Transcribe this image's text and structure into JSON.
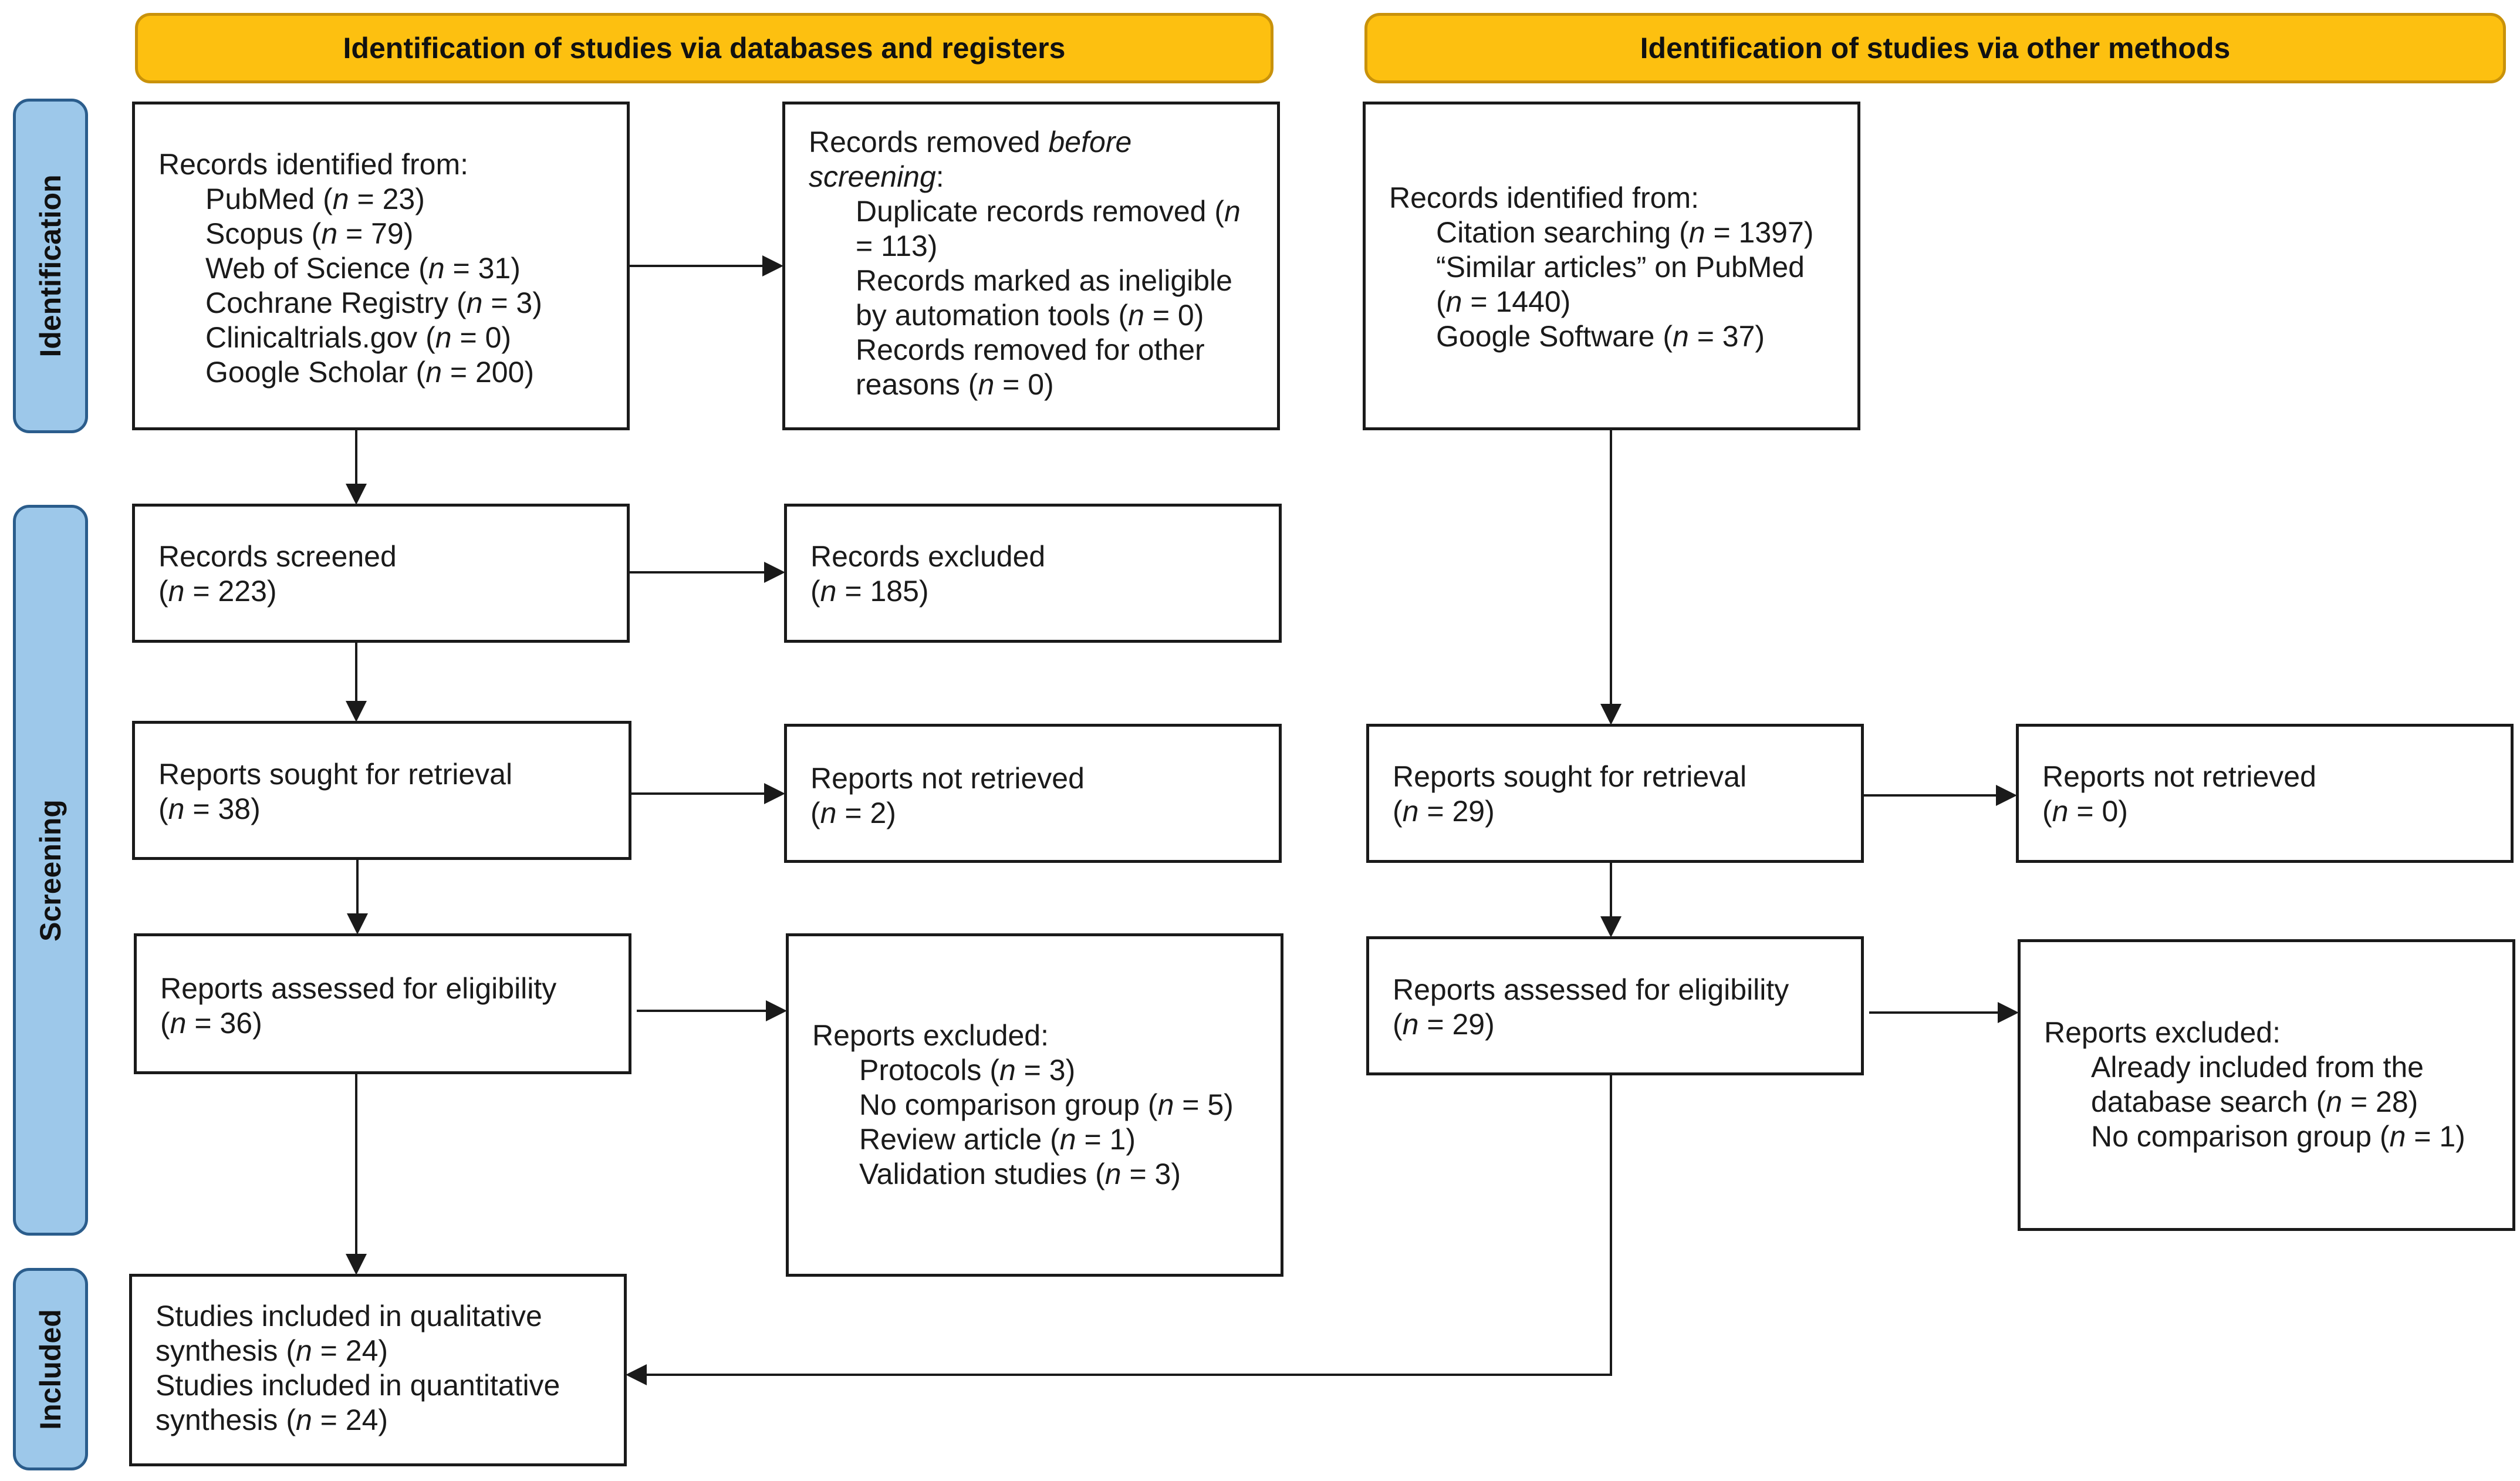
{
  "colors": {
    "header_fill": "#fdc010",
    "header_border": "#c9920a",
    "side_fill": "#9dc8ea",
    "side_border": "#2b5d8c",
    "box_border": "#1a1a1a",
    "arrow": "#1a1a1a"
  },
  "headers": {
    "left": "Identification of studies via databases and registers",
    "right": "Identification of studies via other methods"
  },
  "stages": {
    "identification": "Identification",
    "screening": "Screening",
    "included": "Included"
  },
  "db": {
    "identified": {
      "title": "Records identified from:",
      "pubmed": {
        "label": "PubMed (",
        "n": "n",
        "val": " = 23)"
      },
      "scopus": {
        "label": "Scopus (",
        "n": "n",
        "val": " = 79)"
      },
      "wos": {
        "label": "Web of Science (",
        "n": "n",
        "val": " = 31)"
      },
      "cochrane": {
        "label": "Cochrane Registry (",
        "n": "n",
        "val": " = 3)"
      },
      "clinicaltrials": {
        "label": "Clinicaltrials.gov (",
        "n": "n",
        "val": " = 0)"
      },
      "scholar": {
        "label": "Google Scholar (",
        "n": "n",
        "val": " = 200)"
      }
    },
    "removed": {
      "title_a": "Records removed ",
      "title_b": "before",
      "title_c": "screening",
      "title_d": ":",
      "dup_a": "Duplicate records removed (",
      "dup_n": "n",
      "dup_b": "= 113)",
      "inel_a": "Records marked as ineligible",
      "inel_b": "by automation tools (",
      "inel_n": "n",
      "inel_c": " = 0)",
      "other_a": "Records removed for other",
      "other_b": "reasons (",
      "other_n": "n",
      "other_c": " = 0)"
    },
    "screened": {
      "title": "Records screened",
      "open": "(",
      "n": "n",
      "val": " = 223)"
    },
    "excluded": {
      "title": "Records excluded",
      "open": "(",
      "n": "n",
      "val": " = 185)"
    },
    "sought": {
      "title": "Reports sought for retrieval",
      "open": "(",
      "n": "n",
      "val": " = 38)"
    },
    "not_retrieved": {
      "title": "Reports not retrieved",
      "open": "(",
      "n": "n",
      "val": " = 2)"
    },
    "assessed": {
      "title": "Reports assessed for eligibility",
      "open": "(",
      "n": "n",
      "val": " = 36)"
    },
    "reports_excluded": {
      "title": "Reports excluded:",
      "protocols": {
        "label": "Protocols (",
        "n": "n",
        "val": " = 3)"
      },
      "no_comp": {
        "label": "No comparison group (",
        "n": "n",
        "val": " = 5)"
      },
      "review": {
        "label": "Review article (",
        "n": "n",
        "val": " = 1)"
      },
      "validation": {
        "label": "Validation studies (",
        "n": "n",
        "val": " = 3)"
      }
    }
  },
  "other": {
    "identified": {
      "title": "Records identified from:",
      "citation": {
        "label": "Citation searching (",
        "n": "n",
        "val": " = 1397)"
      },
      "similar_a": "“Similar articles” on PubMed",
      "similar_open": "(",
      "similar_n": "n",
      "similar_val": " = 1440)",
      "google": {
        "label": "Google Software (",
        "n": "n",
        "val": " = 37)"
      }
    },
    "sought": {
      "title": "Reports sought for retrieval",
      "open": "(",
      "n": "n",
      "val": " = 29)"
    },
    "not_retrieved": {
      "title": "Reports not retrieved",
      "open": "(",
      "n": "n",
      "val": " = 0)"
    },
    "assessed": {
      "title": "Reports assessed for eligibility",
      "open": "(",
      "n": "n",
      "val": " = 29)"
    },
    "reports_excluded": {
      "title": "Reports excluded:",
      "already_a": "Already included from the",
      "already_b": "database search (",
      "already_n": "n",
      "already_val": " = 28)",
      "no_comp": {
        "label": "No comparison group (",
        "n": "n",
        "val": " = 1)"
      }
    }
  },
  "included": {
    "qual_a": "Studies included in qualitative",
    "qual_b": "synthesis (",
    "qual_n": "n",
    "qual_val": " = 24)",
    "quant_a": "Studies included in quantitative",
    "quant_b": "synthesis (",
    "quant_n": "n",
    "quant_val": " = 24)"
  }
}
